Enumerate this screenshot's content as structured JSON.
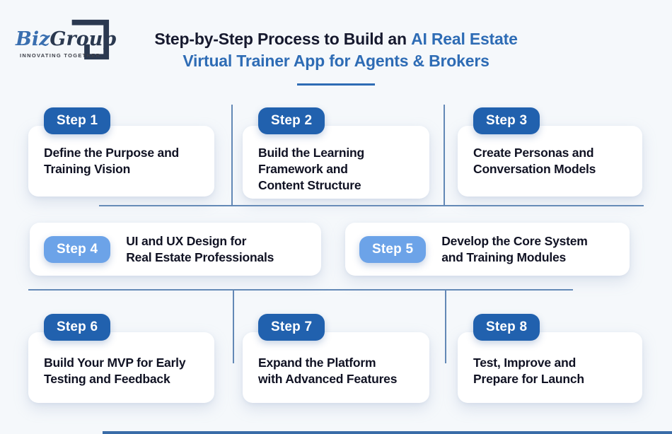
{
  "colors": {
    "background": "#f5f8fb",
    "accent_blue": "#2e6cb5",
    "badge_dark": "#2161ae",
    "badge_light": "#6ca3e8",
    "connector": "#6389b6",
    "text_dark": "#101223",
    "logo_navy": "#2b3950",
    "logo_blue": "#3a6fb0"
  },
  "logo": {
    "brand_part1": "Biz",
    "brand_part2": "Group",
    "tagline": "INNOVATING TOGETHER"
  },
  "title": {
    "line1_dark": "Step-by-Step Process to Build an",
    "line1_accent": "AI Real Estate",
    "line2_accent": "Virtual Trainer App for Agents & Brokers"
  },
  "steps": [
    {
      "label": "Step 1",
      "description": "Define the Purpose and\nTraining Vision"
    },
    {
      "label": "Step 2",
      "description": "Build the Learning\nFramework and\nContent Structure"
    },
    {
      "label": "Step 3",
      "description": "Create Personas and\nConversation Models"
    },
    {
      "label": "Step 4",
      "description": "UI and UX Design for\nReal Estate Professionals"
    },
    {
      "label": "Step 5",
      "description": "Develop the Core System\nand Training Modules"
    },
    {
      "label": "Step 6",
      "description": "Build Your MVP for Early\nTesting and Feedback"
    },
    {
      "label": "Step 7",
      "description": "Expand the Platform\nwith Advanced Features"
    },
    {
      "label": "Step 8",
      "description": "Test, Improve and\nPrepare for Launch"
    }
  ]
}
